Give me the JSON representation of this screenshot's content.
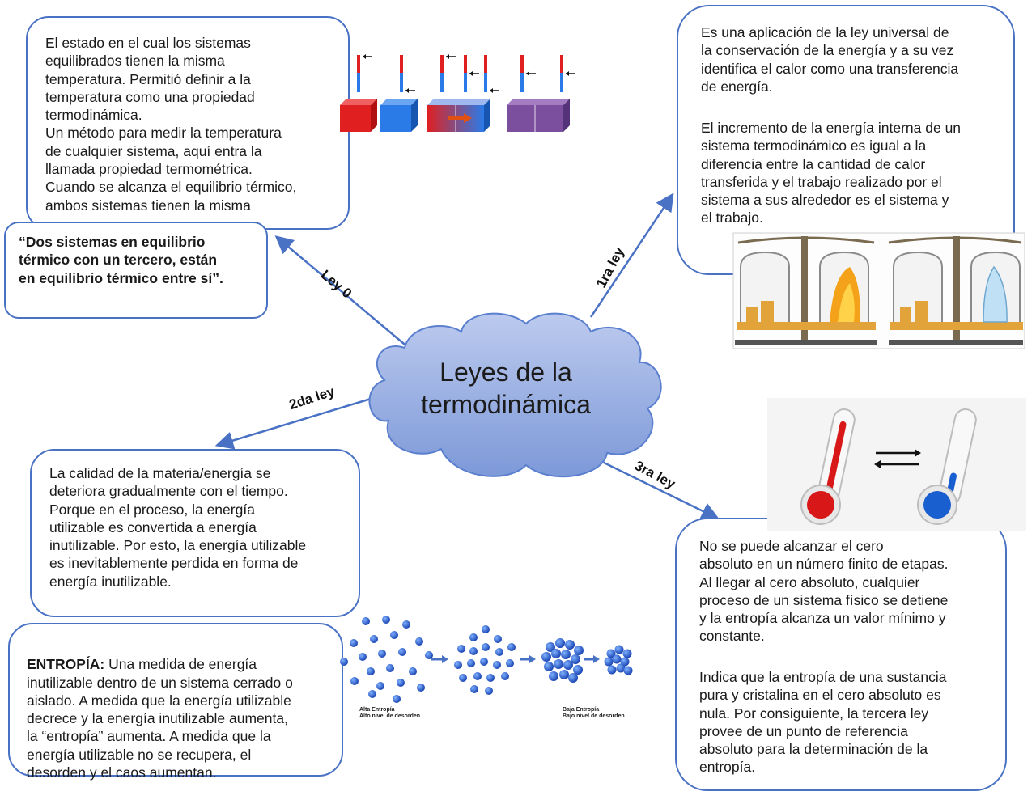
{
  "center": {
    "line1": "Leyes de la",
    "line2": "termodinámica"
  },
  "branches": {
    "ley0": "Ley 0",
    "ley1": "1ra ley",
    "ley2": "2da ley",
    "ley3": "3ra ley"
  },
  "ley0": {
    "description": "El estado en el cual los sistemas\nequilibrados tienen la misma\ntemperatura.  Permitió definir a la\ntemperatura como una propiedad\ntermodinámica.\nUn método para medir la temperatura\nde cualquier sistema, aquí entra la\nllamada propiedad termométrica.\nCuando  se alcanza el equilibrio térmico,\nambos sistemas tienen la misma",
    "quote": "“Dos  sistemas en equilibrio\ntérmico con un tercero, están\nen equilibrio térmico entre sí”."
  },
  "ley1": {
    "paragraph1": "Es una aplicación de la ley universal de\nla conservación de la energía y a su vez\nidentifica el calor como una transferencia\nde energía.",
    "paragraph2": "El incremento de la energía interna de un\nsistema termodinámico es igual a la\ndiferencia entre la cantidad de calor\ntransferida y el trabajo realizado por el\nsistema a sus alrededor es el sistema y\nel trabajo."
  },
  "ley2": {
    "description": "La calidad de la materia/energía se\ndeteriora gradualmente con el tiempo.\nPorque en el proceso, la energía\nutilizable es convertida a energía\ninutilizable. Por esto, la energía utilizable\nes inevitablemente perdida en forma de\nenergía inutilizable.",
    "entropy_term": "ENTROPÍA:",
    "entropy_text": " Una medida de energía\ninutilizable dentro de un sistema cerrado o\naislado. A medida que la energía utilizable\ndecrece y la energía inutilizable aumenta,\nla “entropía” aumenta. A medida que la\nenergía utilizable no se recupera, el\ndesorden y el caos aumentan.",
    "entropy_high_label1": "Alta Entropía",
    "entropy_high_label2": "Alto nivel de desorden",
    "entropy_low_label1": "Baja Entropía",
    "entropy_low_label2": "Bajo nivel de desorden"
  },
  "ley3": {
    "paragraph1": "No se puede alcanzar el cero\nabsoluto en un número finito de etapas.\nAl llegar al cero absoluto, cualquier\nproceso de un sistema físico se detiene\ny la entropía alcanza un valor mínimo y\nconstante.",
    "paragraph2": "Indica que la entropía de una sustancia\npura y cristalina en el cero absoluto es\nnula. Por consiguiente, la tercera ley\nprovee de un punto de referencia\nabsoluto para la determinación de la\nentropía."
  },
  "colors": {
    "border": "#4a72c4",
    "arrow": "#4a72c4",
    "cloud_top": "#b9c8ec",
    "cloud_bottom": "#7f9bd9",
    "hot": "#e02020",
    "cold": "#2a7be8",
    "mixed": "#7b4e9e"
  }
}
